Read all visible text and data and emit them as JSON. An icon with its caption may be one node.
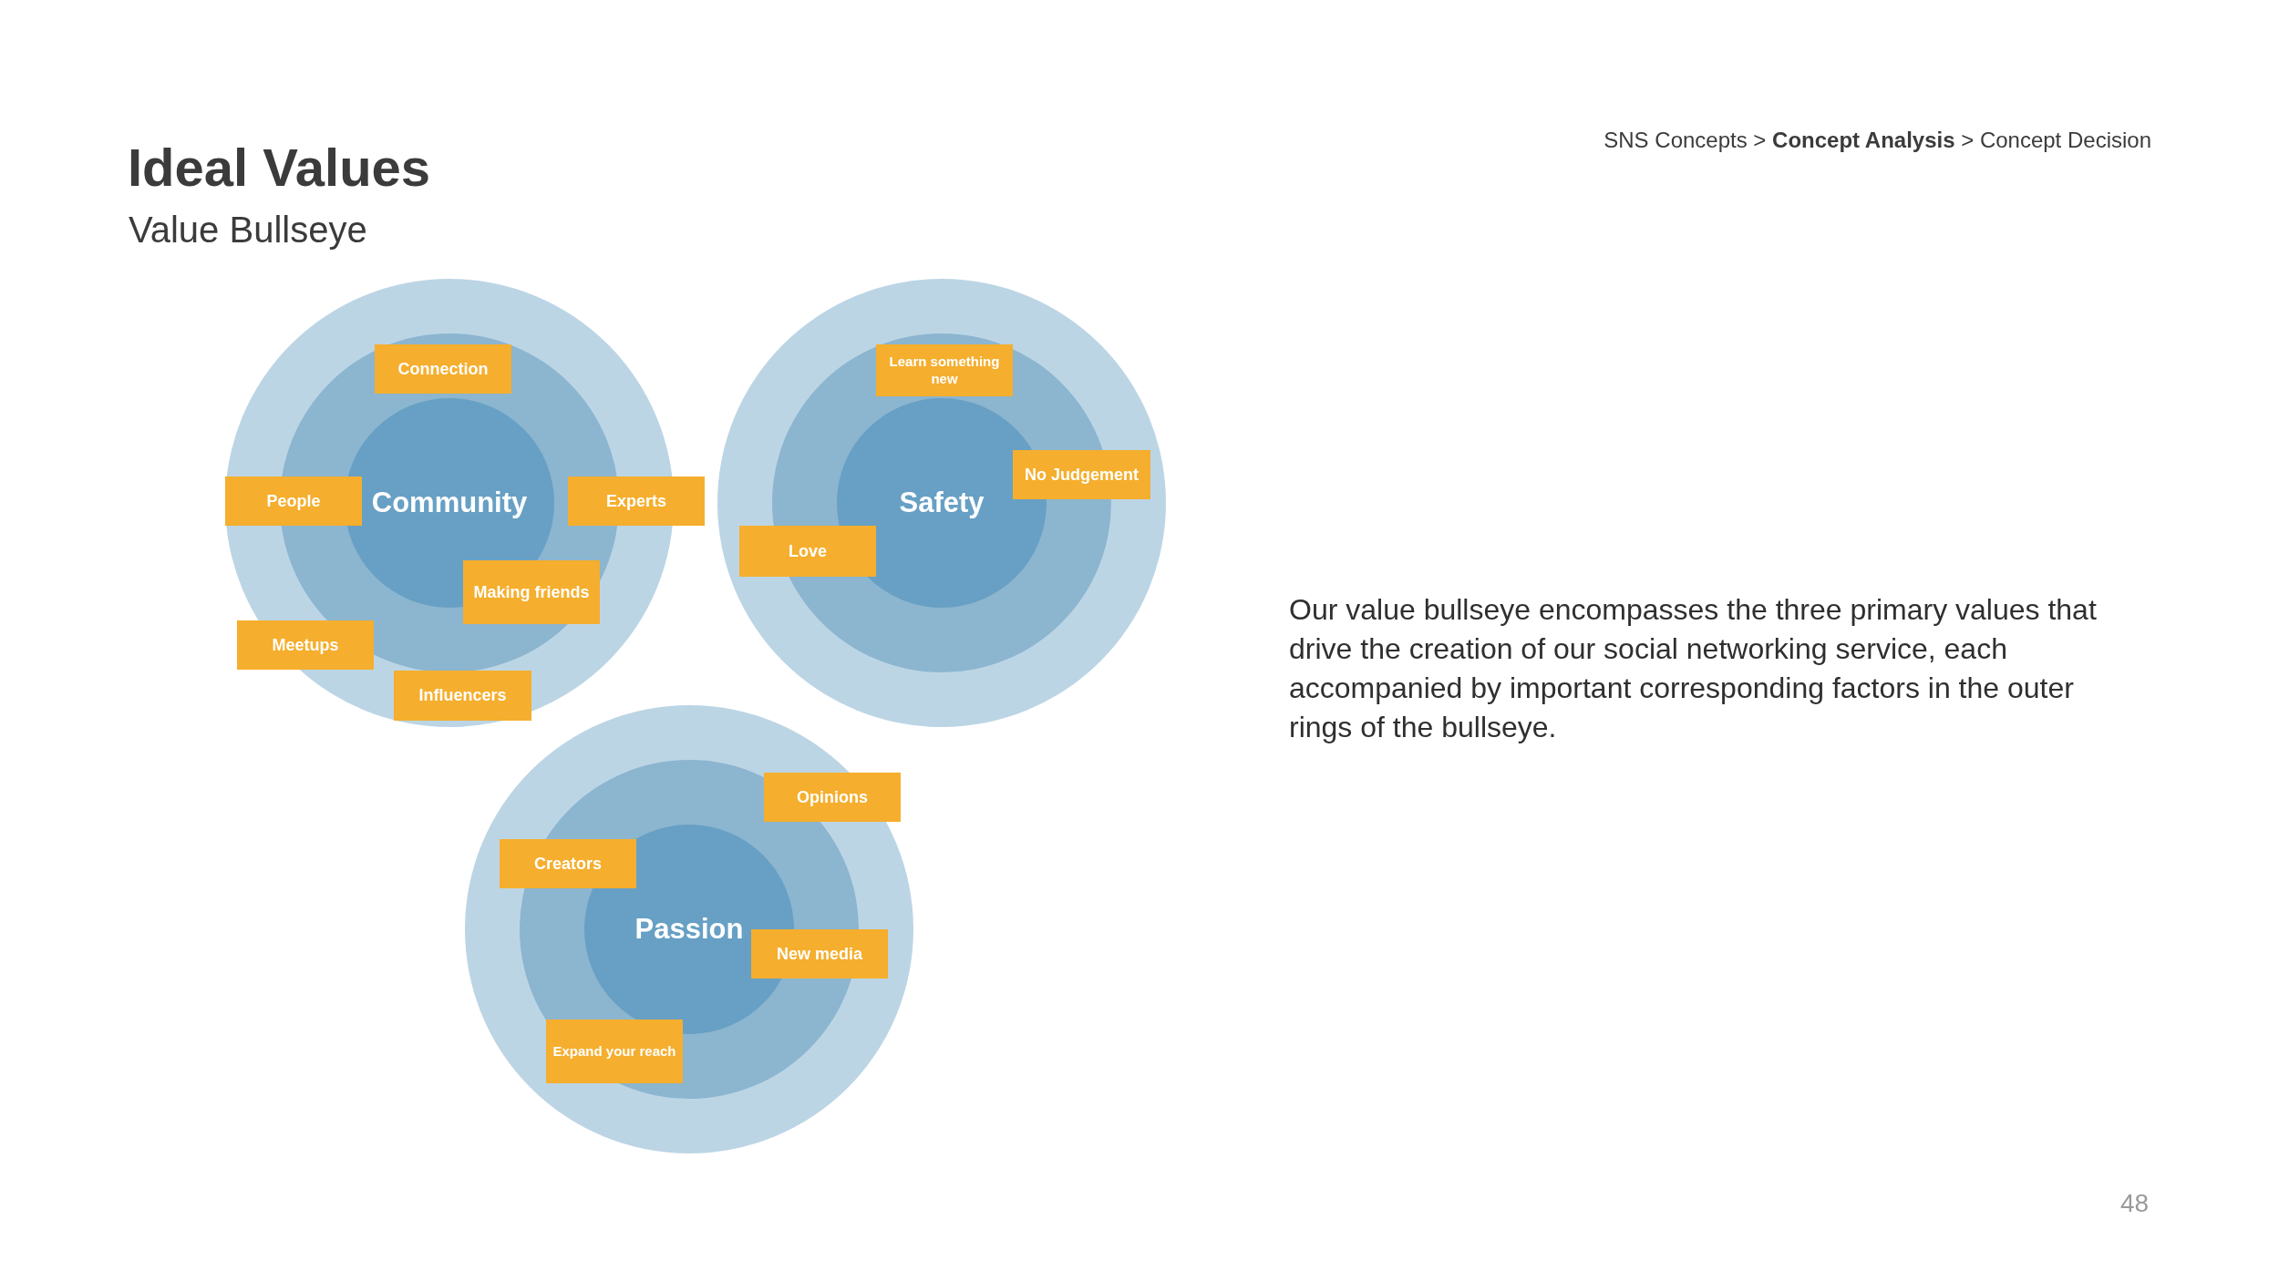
{
  "diagram": {
    "title": "Ideal Values",
    "nodes": [
      {
        "text": [],
        "shape": "circle"
      },
      {
        "text": [],
        "shape": "circle",
        "in": 0
      },
      {
        "text": [
          "Community"
        ],
        "in": 1
      },
      {
        "text": [
          "Connection"
        ],
        "in": 1
      },
      {
        "text": [
          "People"
        ],
        "in": 0
      },
      {
        "text": [
          "Experts"
        ]
      },
      {
        "text": [
          "Making friends"
        ],
        "in": 1
      },
      {
        "text": [
          "Meetups"
        ],
        "in": 0
      },
      {
        "text": [
          "Influencers"
        ],
        "in": 0
      },
      {
        "text": [],
        "shape": "circle"
      },
      {
        "text": [],
        "shape": "circle",
        "in": 9
      },
      {
        "text": [
          "Safety"
        ],
        "in": 10
      },
      {
        "text": [
          "Learn something new"
        ],
        "in": 10
      },
      {
        "text": [
          "No Judgement"
        ],
        "in": 9
      },
      {
        "text": [
          "Love"
        ],
        "in": 9
      },
      {
        "text": [],
        "shape": "circle"
      },
      {
        "text": [],
        "shape": "circle",
        "in": 15
      },
      {
        "text": [
          "Passion"
        ],
        "in": 16
      },
      {
        "text": [
          "Opinions"
        ],
        "in": 15
      },
      {
        "text": [
          "Creators"
        ],
        "in": 15
      },
      {
        "text": [
          "New media"
        ],
        "in": 15
      },
      {
        "text": [
          "Expand your reach"
        ],
        "in": 16
      }
    ],
    "labels": [
      "SNS Concepts > **Concept Analysis** > Concept Decision",
      "Value Bullseye",
      "Our value bullseye encompasses the three primary values that drive the creation of our social networking service, each accompanied by important corresponding factors in the outer rings of the bullseye.",
      "48"
    ]
  }
}
